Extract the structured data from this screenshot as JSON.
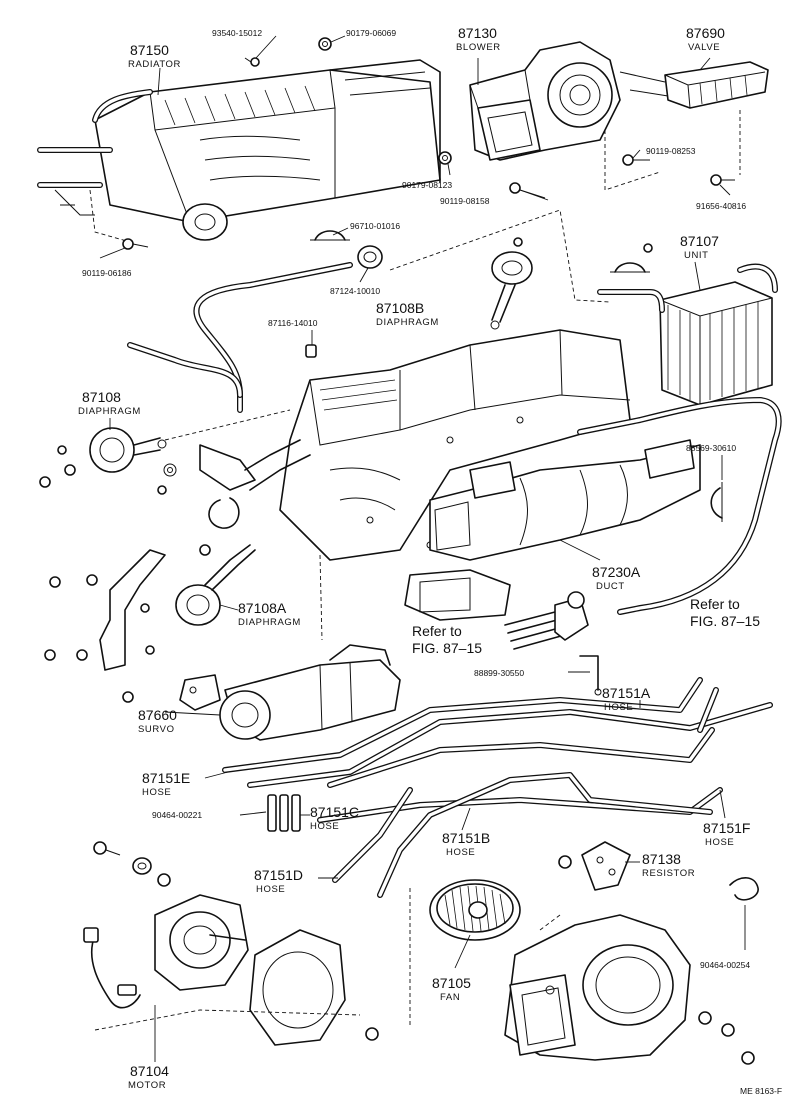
{
  "parts": [
    {
      "id": "p87150",
      "number": "87150",
      "name": "RADIATOR"
    },
    {
      "id": "p87130",
      "number": "87130",
      "name": "BLOWER"
    },
    {
      "id": "p87690",
      "number": "87690",
      "name": "VALVE"
    },
    {
      "id": "p87107",
      "number": "87107",
      "name": "UNIT"
    },
    {
      "id": "p87108b",
      "number": "87108B",
      "name": "DIAPHRAGM"
    },
    {
      "id": "p87108",
      "number": "87108",
      "name": "DIAPHRAGM"
    },
    {
      "id": "p87108a",
      "number": "87108A",
      "name": "DIAPHRAGM"
    },
    {
      "id": "p87230a",
      "number": "87230A",
      "name": "DUCT"
    },
    {
      "id": "p87660",
      "number": "87660",
      "name": "SURVO"
    },
    {
      "id": "p87151a",
      "number": "87151A",
      "name": "HOSE"
    },
    {
      "id": "p87151e",
      "number": "87151E",
      "name": "HOSE"
    },
    {
      "id": "p87151c",
      "number": "87151C",
      "name": "HOSE"
    },
    {
      "id": "p87151b",
      "number": "87151B",
      "name": "HOSE"
    },
    {
      "id": "p87151f",
      "number": "87151F",
      "name": "HOSE"
    },
    {
      "id": "p87151d",
      "number": "87151D",
      "name": "HOSE"
    },
    {
      "id": "p87138",
      "number": "87138",
      "name": "RESISTOR"
    },
    {
      "id": "p87105",
      "number": "87105",
      "name": "FAN"
    },
    {
      "id": "p87104",
      "number": "87104",
      "name": "MOTOR"
    }
  ],
  "codes": {
    "c93540_15012": "93540-15012",
    "c90179_06069": "90179-06069",
    "c90119_08253": "90119-08253",
    "c90179_08123": "90179-08123",
    "c90119_08158": "90119-08158",
    "c91656_40816": "91656-40816",
    "c96710_01016": "96710-01016",
    "c90119_06186": "90119-06186",
    "c87124_10010": "87124-10010",
    "c87116_14010": "87116-14010",
    "c88569_30610": "88569-30610",
    "c88899_30550": "88899-30550",
    "c90464_00221": "90464-00221",
    "c90464_00254": "90464-00254"
  },
  "refs": {
    "ref_left_line1": "Refer to",
    "ref_left_line2": "FIG. 87–15",
    "ref_right_line1": "Refer to",
    "ref_right_line2": "FIG. 87–15"
  },
  "footer": {
    "code": "ME 8163-F"
  }
}
